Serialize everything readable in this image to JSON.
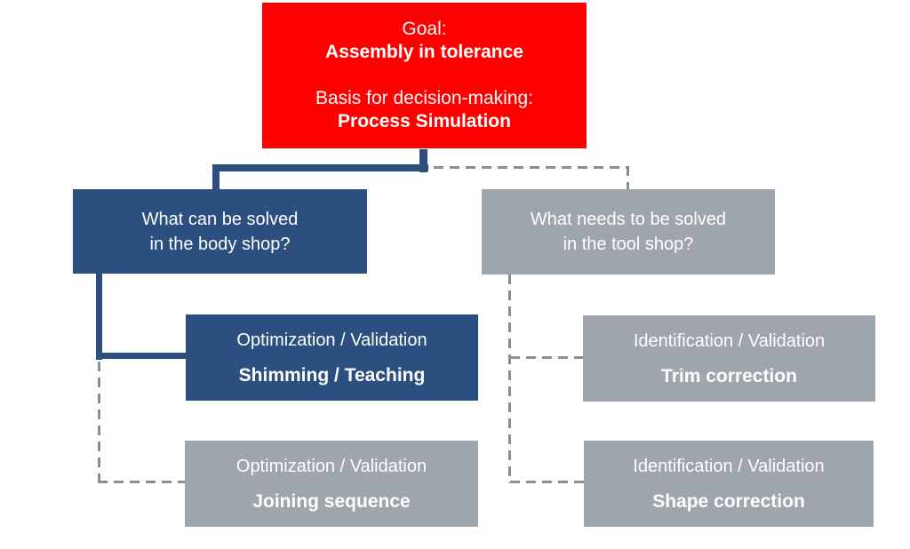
{
  "nodes": {
    "goal": {
      "line1": "Goal:",
      "line2": "Assembly in tolerance",
      "line3": "Basis for decision-making:",
      "line4": "Process Simulation"
    },
    "body_shop": {
      "line1": "What can be solved",
      "line2": "in the body shop?"
    },
    "tool_shop": {
      "line1": "What needs to be solved",
      "line2": "in the tool shop?"
    },
    "shimming": {
      "line1": "Optimization / Validation",
      "line2": "Shimming / Teaching"
    },
    "joining": {
      "line1": "Optimization / Validation",
      "line2": "Joining sequence"
    },
    "trim": {
      "line1": "Identification / Validation",
      "line2": "Trim correction"
    },
    "shape": {
      "line1": "Identification / Validation",
      "line2": "Shape correction"
    }
  },
  "colors": {
    "goal_fill": "#FE0000",
    "body_shop_fill": "#2B4F7E",
    "tool_shop_fill": "#9EA5AC",
    "solid_connector": "#2B4F7E",
    "dashed_connector": "#878E95",
    "text": "#FFFFFF",
    "background": "#FFFFFF"
  }
}
